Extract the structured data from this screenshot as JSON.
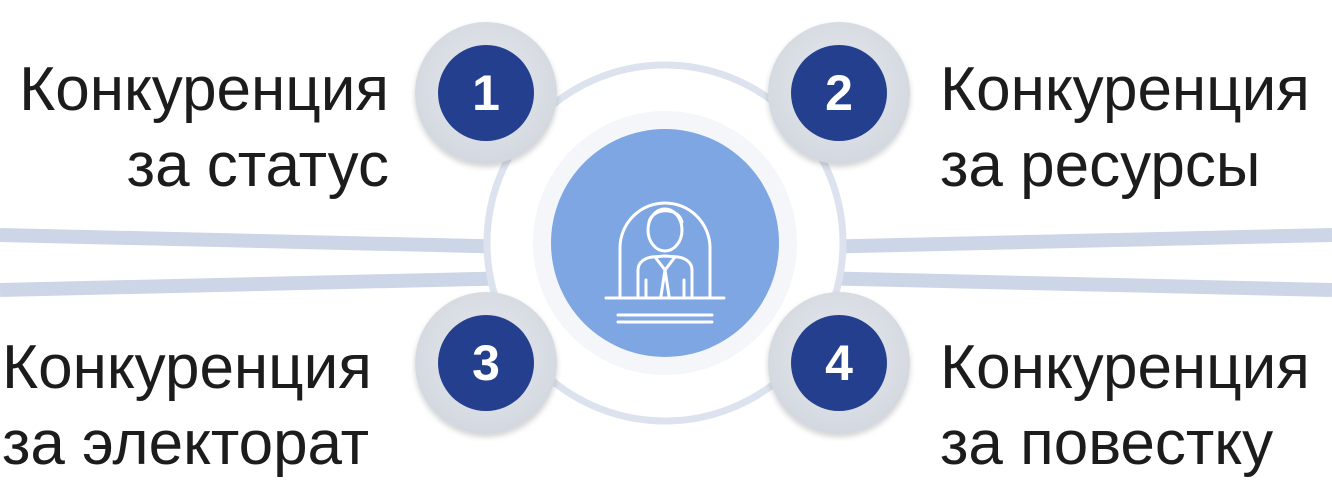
{
  "items": [
    {
      "number": "1",
      "line1": "Конкуренция",
      "line2": "за статус"
    },
    {
      "number": "2",
      "line1": "Конкуренция",
      "line2": "за ресурсы"
    },
    {
      "number": "3",
      "line1": "Конкуренция",
      "line2": "за электорат"
    },
    {
      "number": "4",
      "line1": "Конкуренция",
      "line2": "за повестку"
    }
  ],
  "center_icon": "person-in-dome-icon",
  "colors": {
    "badge_fill": "#243f8e",
    "center_fill": "#7ea6e2",
    "band": "#cdd6e6",
    "text": "#1c1c1c"
  }
}
